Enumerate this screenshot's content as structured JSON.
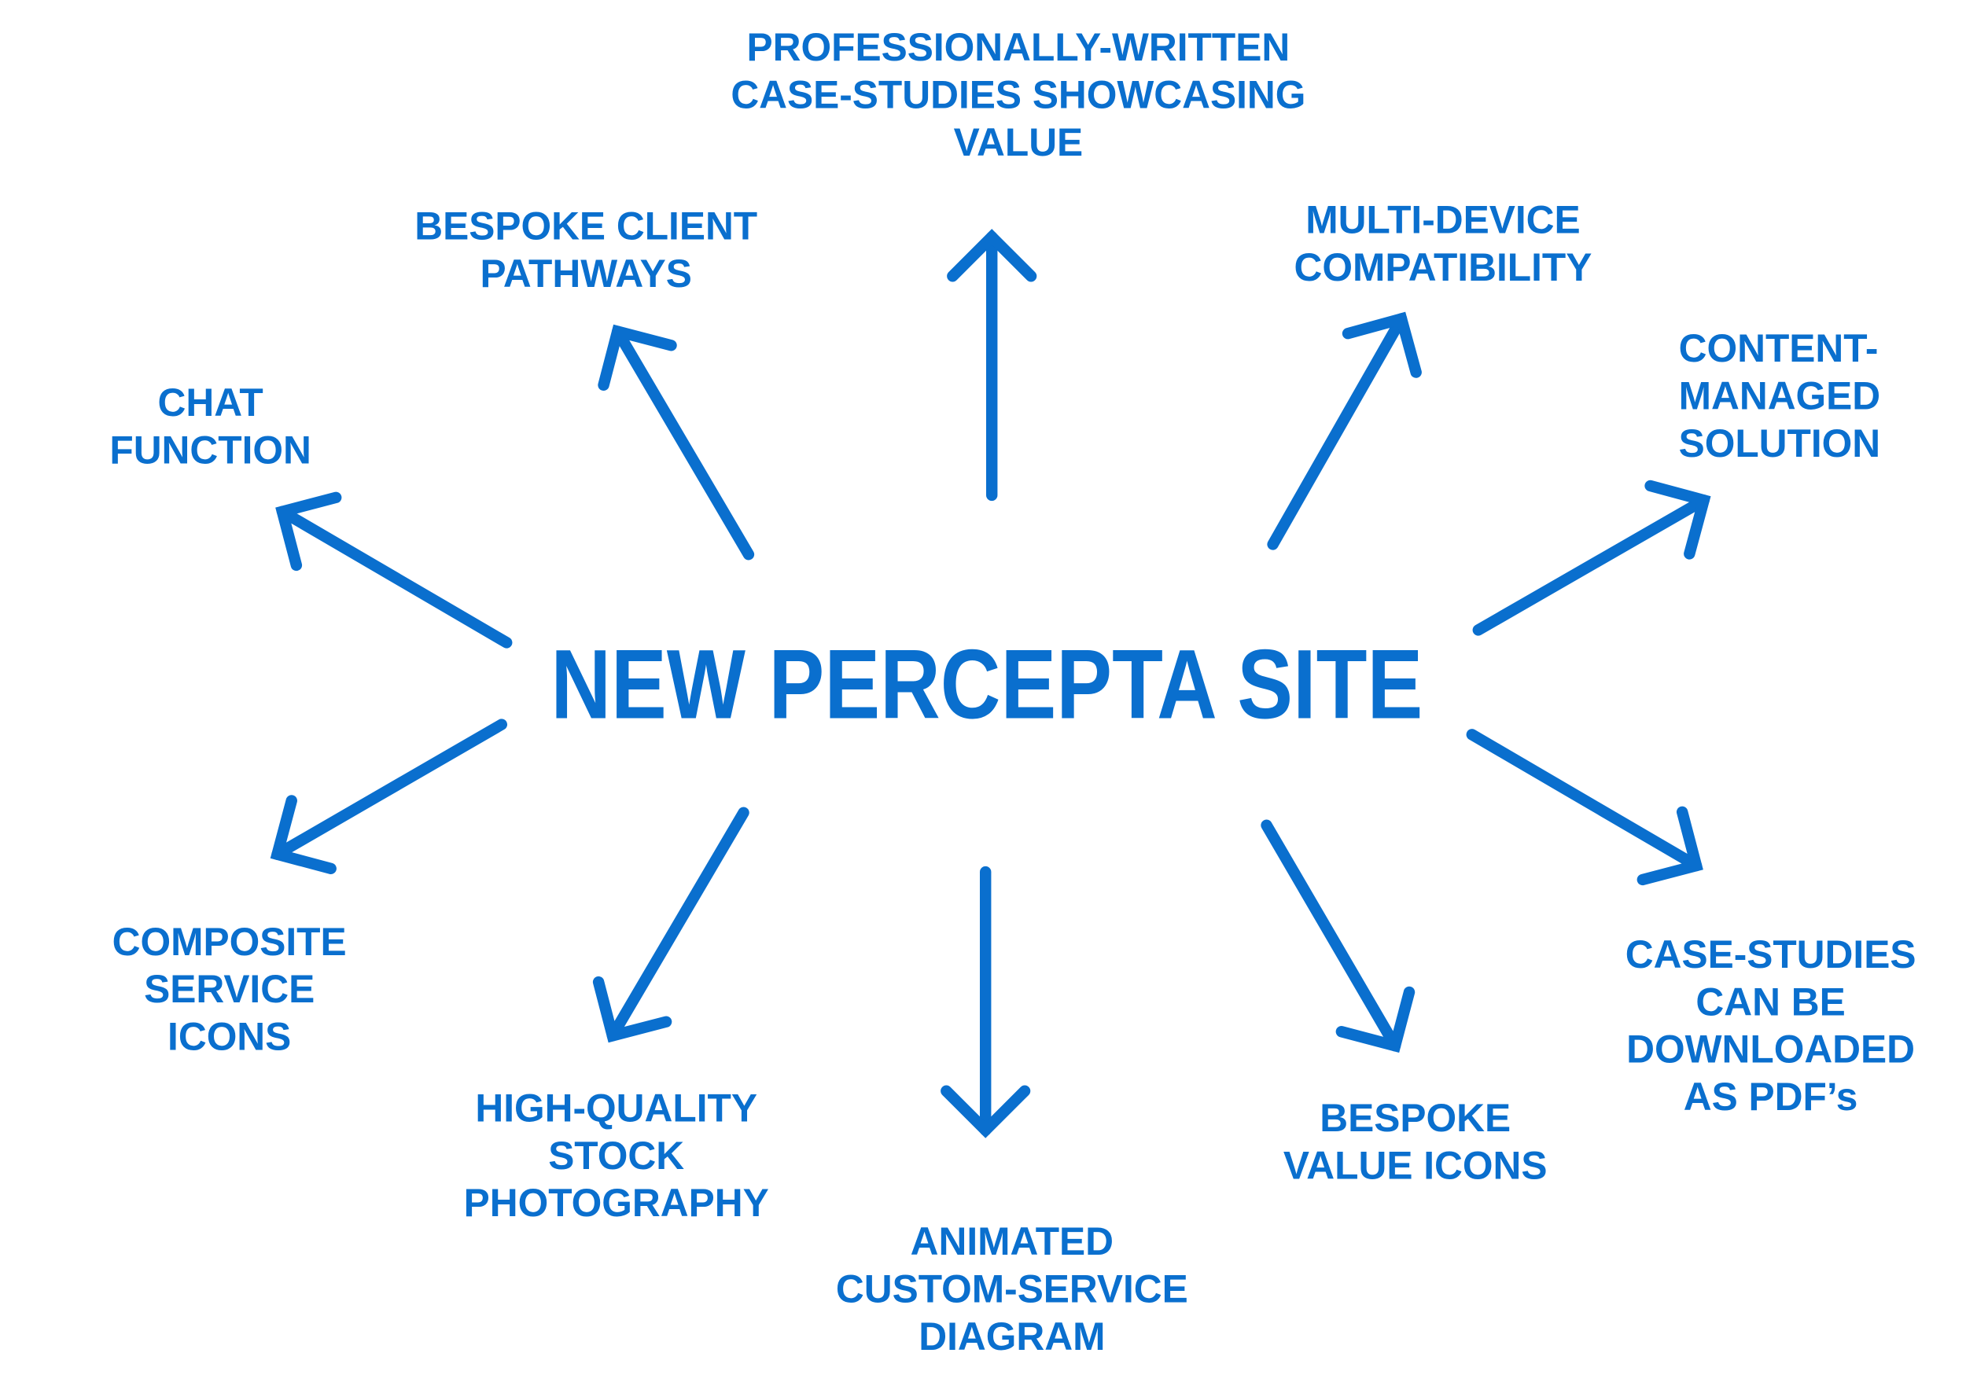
{
  "colors": {
    "accent": "#0a6fce",
    "background": "#ffffff"
  },
  "title": "NEW PERCEPTA SITE",
  "features": [
    {
      "id": "case-studies-value",
      "lines": [
        "PROFESSIONALLY-WRITTEN",
        "CASE-STUDIES SHOWCASING",
        "VALUE"
      ]
    },
    {
      "id": "bespoke-client-pathways",
      "lines": [
        "BESPOKE CLIENT",
        "PATHWAYS"
      ]
    },
    {
      "id": "multi-device",
      "lines": [
        "MULTI-DEVICE",
        "COMPATIBILITY"
      ]
    },
    {
      "id": "content-managed",
      "lines": [
        "CONTENT-",
        "MANAGED",
        "SOLUTION"
      ]
    },
    {
      "id": "chat-function",
      "lines": [
        "CHAT",
        "FUNCTION"
      ]
    },
    {
      "id": "composite-icons",
      "lines": [
        "COMPOSITE",
        "SERVICE",
        "ICONS"
      ]
    },
    {
      "id": "stock-photography",
      "lines": [
        "HIGH-QUALITY",
        "STOCK",
        "PHOTOGRAPHY"
      ]
    },
    {
      "id": "animated-diagram",
      "lines": [
        "ANIMATED",
        "CUSTOM-SERVICE",
        "DIAGRAM"
      ]
    },
    {
      "id": "value-icons",
      "lines": [
        "BESPOKE",
        "VALUE ICONS"
      ]
    },
    {
      "id": "pdf-downloads",
      "lines": [
        "CASE-STUDIES",
        "CAN BE",
        "DOWNLOADED",
        "AS PDF’s"
      ]
    }
  ]
}
